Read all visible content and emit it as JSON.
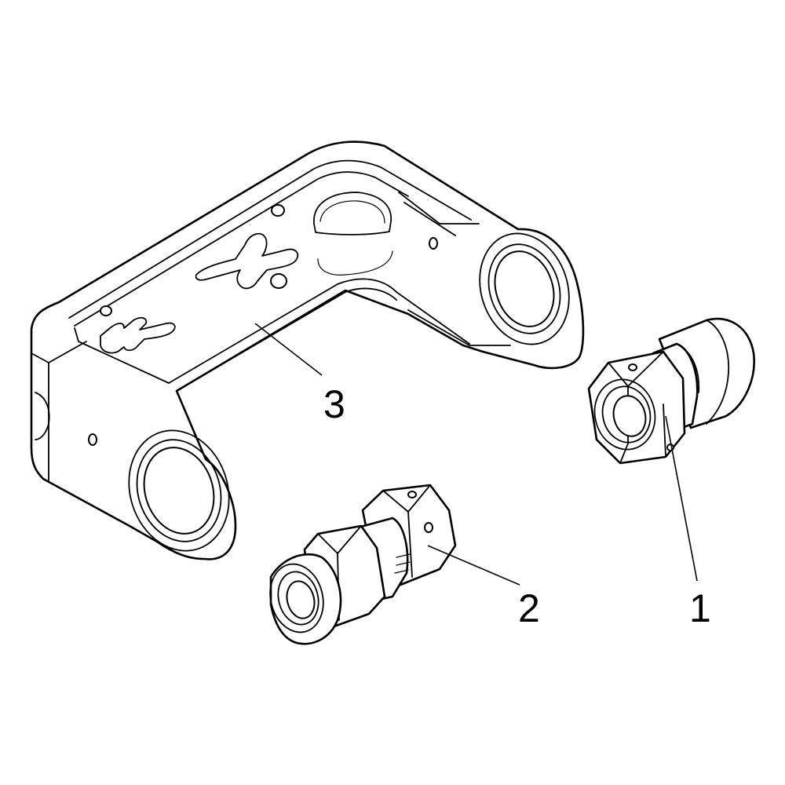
{
  "diagram": {
    "callouts": [
      {
        "id": "1",
        "text": "1"
      },
      {
        "id": "2",
        "text": "2"
      },
      {
        "id": "3",
        "text": "3"
      }
    ],
    "parts": [
      {
        "callout": "1",
        "icon": "union-fitting-icon"
      },
      {
        "callout": "2",
        "icon": "union-fitting-icon"
      },
      {
        "callout": "3",
        "icon": "mounting-bracket-icon"
      }
    ]
  }
}
